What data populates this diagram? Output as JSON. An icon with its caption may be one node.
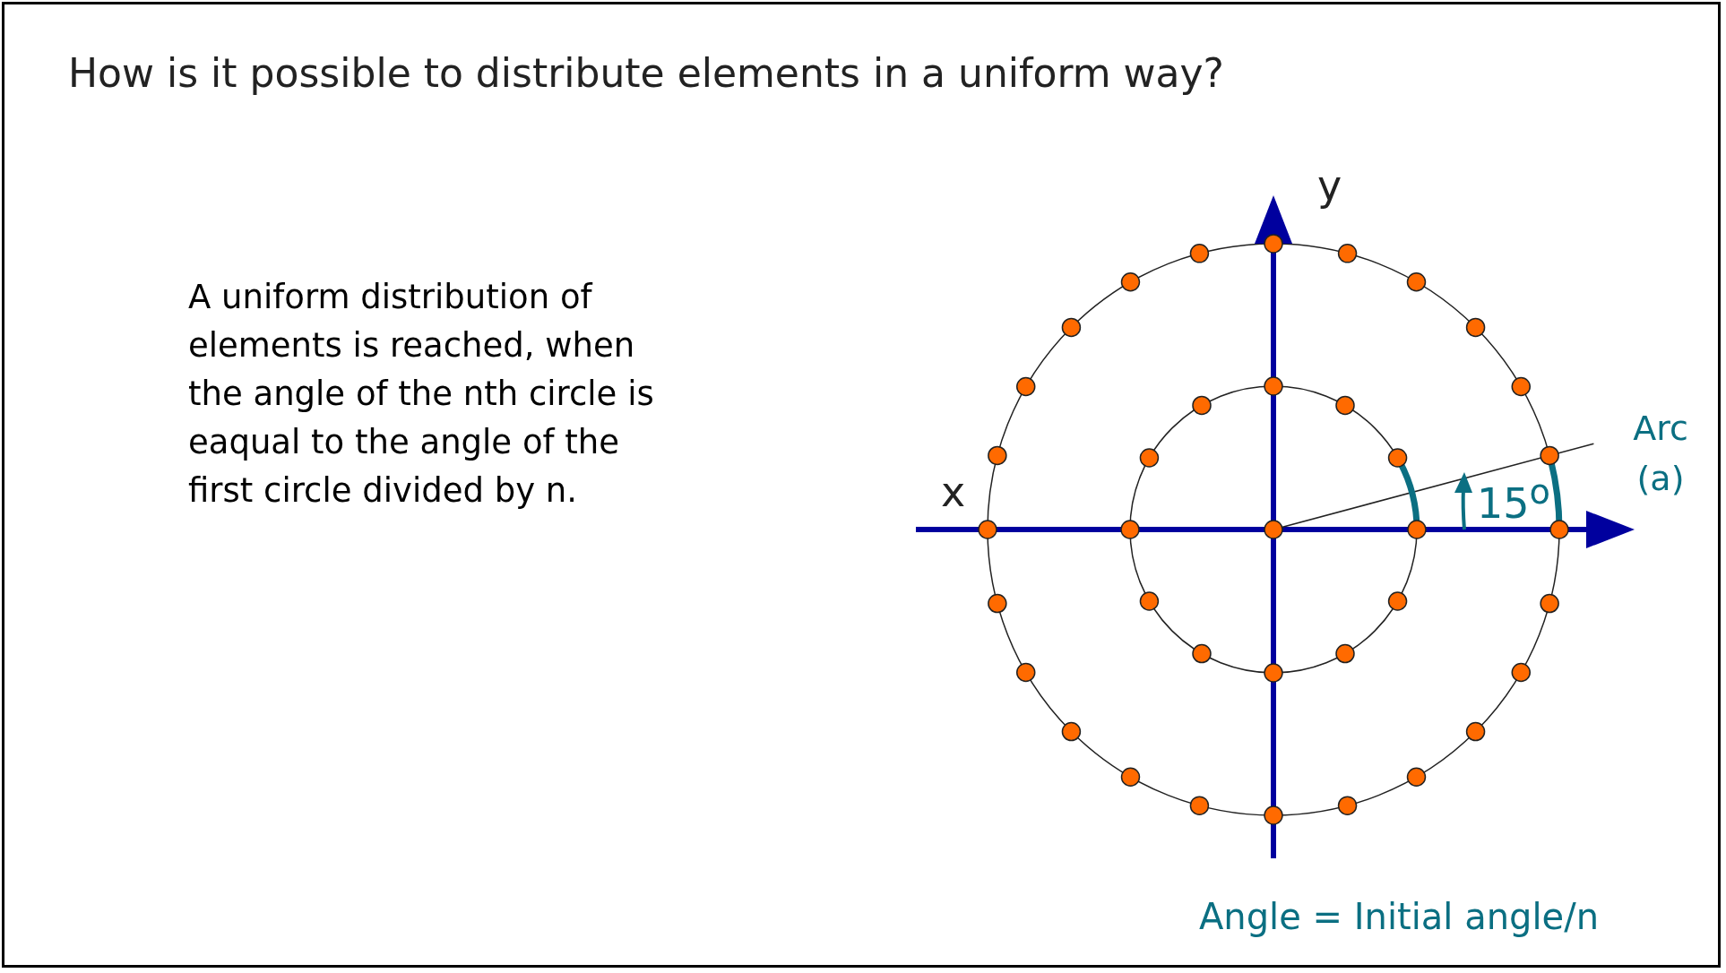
{
  "diagram": {
    "title": "How is it possible to distribute elements in a uniform way?",
    "labels": [
      "y",
      "A uniform distribution of elements is reached, when the angle of the nth circle is eaqual to the angle of the first circle divided by n.",
      "Arc (a)",
      "x",
      "15$^{o}$",
      "Angle = Initial angle/n"
    ]
  }
}
